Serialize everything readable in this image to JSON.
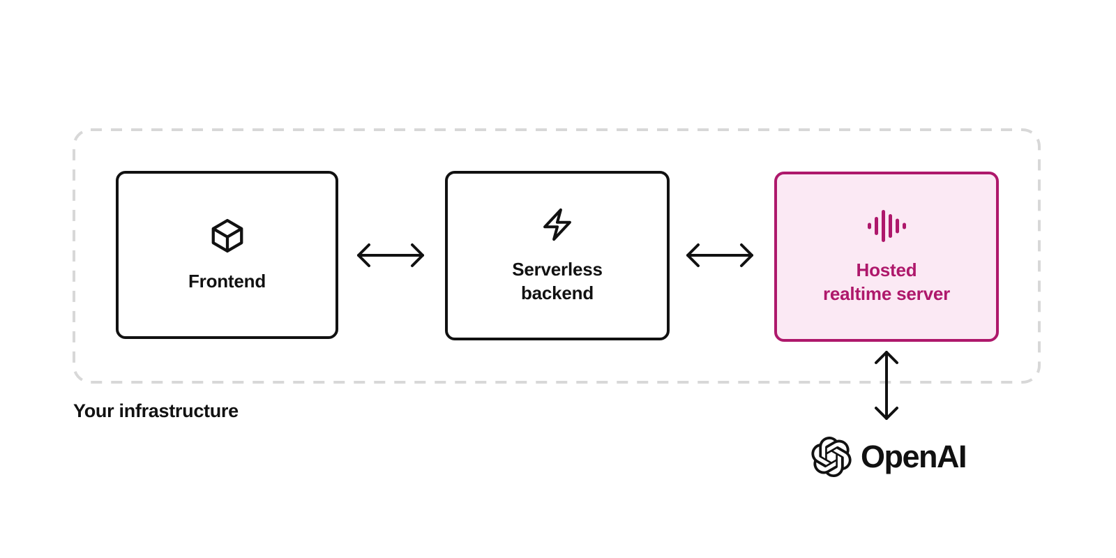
{
  "container": {
    "label": "Your infrastructure"
  },
  "nodes": [
    {
      "id": "frontend",
      "label": "Frontend",
      "icon": "cube-icon",
      "highlighted": false
    },
    {
      "id": "serverless-backend",
      "label": "Serverless\nbackend",
      "icon": "bolt-icon",
      "highlighted": false
    },
    {
      "id": "hosted-realtime-server",
      "label": "Hosted\nrealtime server",
      "icon": "waveform-icon",
      "highlighted": true
    }
  ],
  "connections": [
    {
      "from": "frontend",
      "to": "serverless-backend",
      "bidirectional": true
    },
    {
      "from": "serverless-backend",
      "to": "hosted-realtime-server",
      "bidirectional": true
    },
    {
      "from": "hosted-realtime-server",
      "to": "openai",
      "bidirectional": true
    }
  ],
  "brand": {
    "name": "OpenAI",
    "icon": "openai-logo-icon"
  },
  "colors": {
    "accent": "#AE186B",
    "accent_background": "#FBE9F4",
    "node_border": "#111111",
    "boundary_border": "#D8D8D8",
    "text": "#111111"
  }
}
